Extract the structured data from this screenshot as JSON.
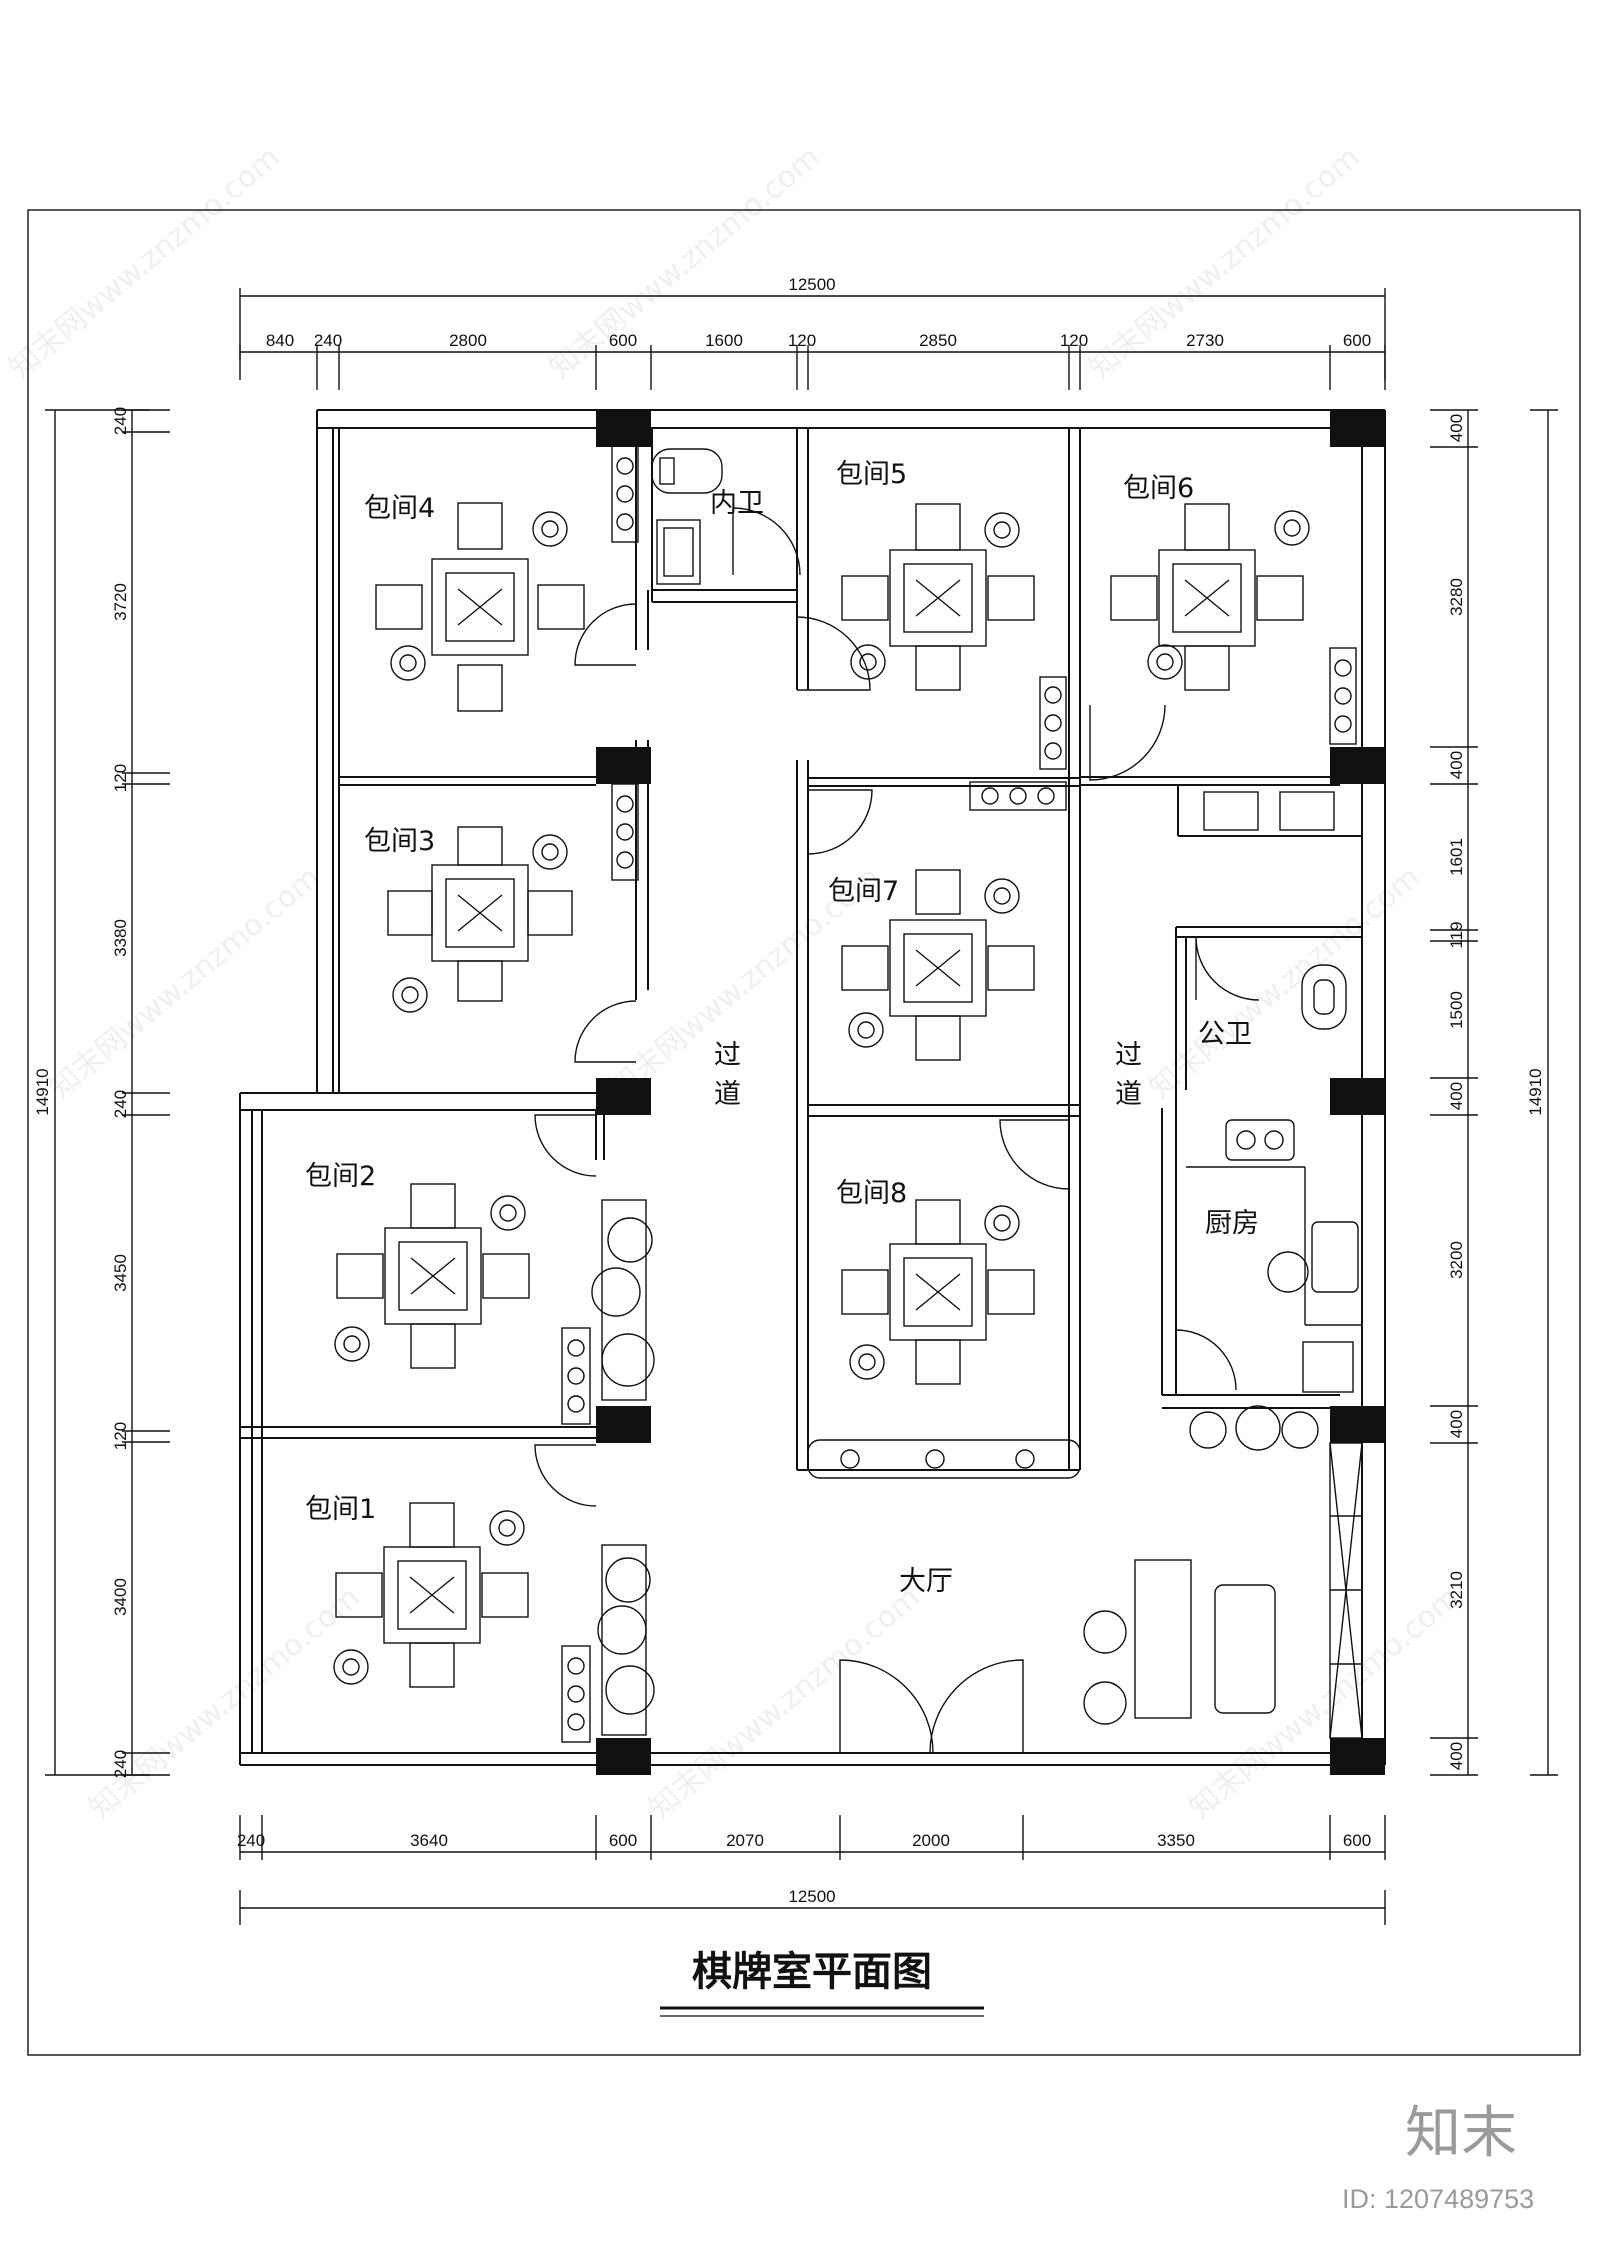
{
  "title": "棋牌室平面图",
  "overall_width": "12500",
  "overall_height": "14910",
  "top_dims": [
    "840",
    "240",
    "2800",
    "600",
    "1600",
    "120",
    "2850",
    "120",
    "2730",
    "600"
  ],
  "bottom_dims": [
    "240",
    "3640",
    "600",
    "2070",
    "2000",
    "3350",
    "600"
  ],
  "left_dims": [
    "240",
    "3720",
    "120",
    "3380",
    "240",
    "3450",
    "120",
    "3400",
    "240"
  ],
  "right_dims": [
    "400",
    "3280",
    "400",
    "1601",
    "119",
    "1500",
    "400",
    "3200",
    "400",
    "3210",
    "400"
  ],
  "rooms": {
    "r4": "包间4",
    "r5": "包间5",
    "r6": "包间6",
    "r3": "包间3",
    "r7": "包间7",
    "r2": "包间2",
    "r8": "包间8",
    "r1": "包间1",
    "inner_wc": "内卫",
    "public_wc": "公卫",
    "kitchen": "厨房",
    "hall": "大厅",
    "corridor1_a": "过",
    "corridor1_b": "道",
    "corridor2_a": "过",
    "corridor2_b": "道"
  },
  "watermark": "知末网www.znzmo.com",
  "brand": "知末",
  "image_id": "ID: 1207489753"
}
